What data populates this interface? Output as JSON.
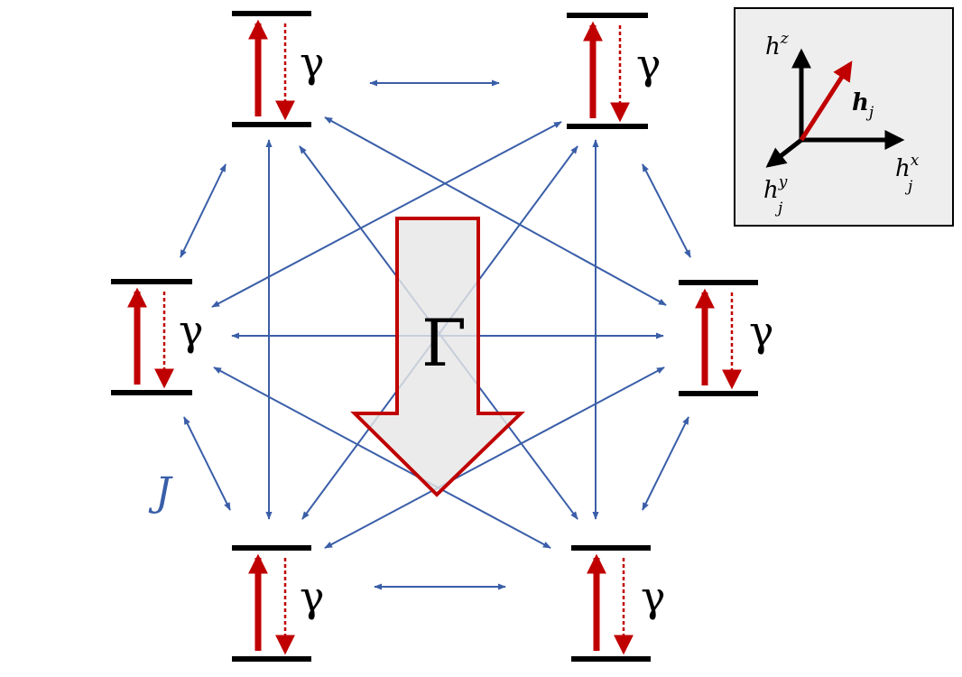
{
  "labels": {
    "gamma": "γ",
    "collective_decay": "Γ",
    "coupling": "J"
  },
  "inset": {
    "hz": "h",
    "hz_sup": "z",
    "hj": "h",
    "hj_sub": "j",
    "hx": "h",
    "hx_sup": "x",
    "hx_sub": "j",
    "hy": "h",
    "hy_sup": "y",
    "hy_sub": "j"
  },
  "colors": {
    "level_line": "#000000",
    "excitation_arrow": "#c00000",
    "coupling_arrow": "#3a5ea8",
    "collective_arrow_fill": "#e6e6e6",
    "collective_arrow_stroke": "#c00000",
    "inset_background": "#eeeeee"
  }
}
